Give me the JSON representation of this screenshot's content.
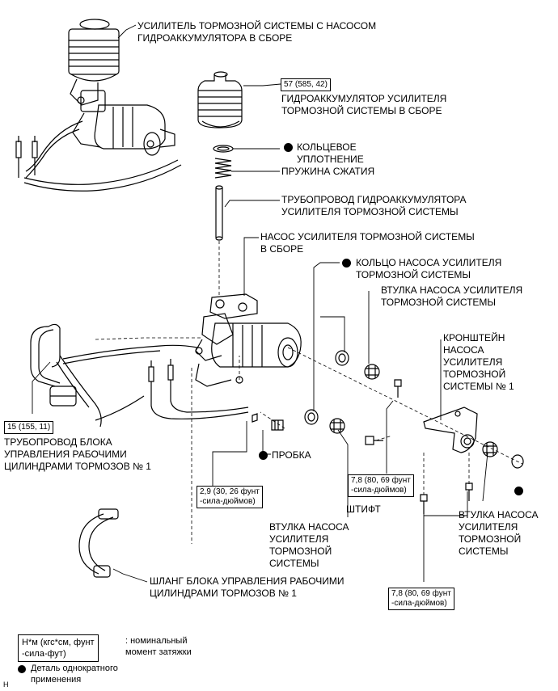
{
  "labels": {
    "booster_assy": "УСИЛИТЕЛЬ ТОРМОЗНОЙ СИСТЕМЫ С НАСОСОМ\nГИДРОАККУМУЛЯТОРА В СБОРЕ",
    "accumulator": "ГИДРОАККУМУЛЯТОР УСИЛИТЕЛЯ\nТОРМОЗНОЙ СИСТЕМЫ В СБОРЕ",
    "o_ring": "КОЛЬЦЕВОЕ\nУПЛОТНЕНИЕ",
    "spring": "ПРУЖИНА СЖАТИЯ",
    "accum_pipe": "ТРУБОПРОВОД ГИДРОАККУМУЛЯТОРА\nУСИЛИТЕЛЯ ТОРМОЗНОЙ СИСТЕМЫ",
    "pump_assy": "НАСОС УСИЛИТЕЛЯ ТОРМОЗНОЙ СИСТЕМЫ\nВ СБОРЕ",
    "pump_ring": "КОЛЬЦО НАСОСА УСИЛИТЕЛЯ\nТОРМОЗНОЙ СИСТЕМЫ",
    "pump_bush_top": "ВТУЛКА НАСОСА УСИЛИТЕЛЯ\nТОРМОЗНОЙ СИСТЕМЫ",
    "bracket": "КРОНШТЕЙН\nНАСОСА\nУСИЛИТЕЛЯ\nТОРМОЗНОЙ\nСИСТЕМЫ № 1",
    "brake_pipe": "ТРУБОПРОВОД БЛОКА\nУПРАВЛЕНИЯ РАБОЧИМИ\nЦИЛИНДРАМИ ТОРМОЗОВ № 1",
    "plug": "ПРОБКА",
    "pin": "ШТИФТ",
    "pump_bush_mid": "ВТУЛКА НАСОСА\nУСИЛИТЕЛЯ\nТОРМОЗНОЙ\nСИСТЕМЫ",
    "pump_bush_right": "ВТУЛКА НАСОСА\nУСИЛИТЕЛЯ\nТОРМОЗНОЙ\nСИСТЕМЫ",
    "hose": "ШЛАНГ БЛОКА УПРАВЛЕНИЯ РАБОЧИМИ\nЦИЛИНДРАМИ ТОРМОЗОВ № 1"
  },
  "torques": {
    "t57": "57 (585, 42)",
    "t15": "15 (155, 11)",
    "t29": "2,9 (30, 26 фунт\n-сила-дюймов)",
    "t78a": "7,8 (80, 69 фунт\n-сила-дюймов)",
    "t78b": "7,8 (80, 69 фунт\n-сила-дюймов)"
  },
  "legend": {
    "unit_box": "Н*м (кгс*см, фунт\n-сила-фут)",
    "unit_desc": ": номинальный\nмомент затяжки",
    "single_use": "Деталь однократного\nприменения"
  },
  "corner_mark": "H"
}
